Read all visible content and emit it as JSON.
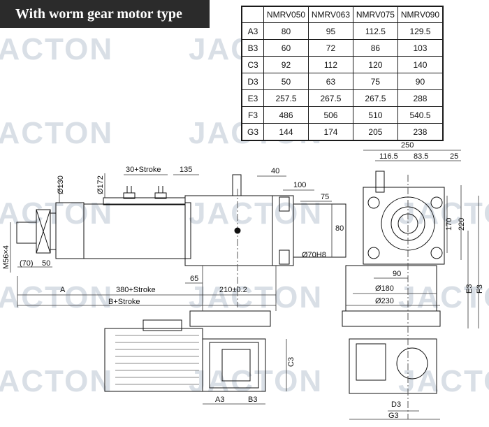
{
  "banner": {
    "title": "With worm gear motor type"
  },
  "watermark": {
    "text": "JACTON"
  },
  "table": {
    "columns": [
      "NMRV050",
      "NMRV063",
      "NMRV075",
      "NMRV090"
    ],
    "rows": [
      {
        "label": "A3",
        "values": [
          "80",
          "95",
          "112.5",
          "129.5"
        ]
      },
      {
        "label": "B3",
        "values": [
          "60",
          "72",
          "86",
          "103"
        ]
      },
      {
        "label": "C3",
        "values": [
          "92",
          "112",
          "120",
          "140"
        ]
      },
      {
        "label": "D3",
        "values": [
          "50",
          "63",
          "75",
          "90"
        ]
      },
      {
        "label": "E3",
        "values": [
          "257.5",
          "267.5",
          "267.5",
          "288"
        ]
      },
      {
        "label": "F3",
        "values": [
          "486",
          "506",
          "510",
          "540.5"
        ]
      },
      {
        "label": "G3",
        "values": [
          "144",
          "174",
          "205",
          "238"
        ]
      }
    ]
  },
  "dimensions": {
    "dia130": "Ø130",
    "dia172": "Ø172",
    "stroke30": "30+Stroke",
    "d135": "135",
    "d40": "40",
    "d100": "100",
    "d75": "75",
    "d80": "80",
    "dia70": "Ø70H8",
    "m56": "M56×4",
    "d70": "(70)",
    "d50": "50",
    "d65": "65",
    "A": "A",
    "stroke380": "380+Stroke",
    "d210": "210±0.2",
    "bStroke": "B+Stroke",
    "A3": "A3",
    "B3": "B3",
    "C3": "C3",
    "d250": "250",
    "d116": "116.5",
    "d83": "83.5",
    "d25": "25",
    "d170": "170",
    "d220": "220",
    "d90": "90",
    "dia180": "Ø180",
    "dia230": "Ø230",
    "E3": "E3",
    "F3": "F3",
    "D3": "D3",
    "G3": "G3"
  }
}
